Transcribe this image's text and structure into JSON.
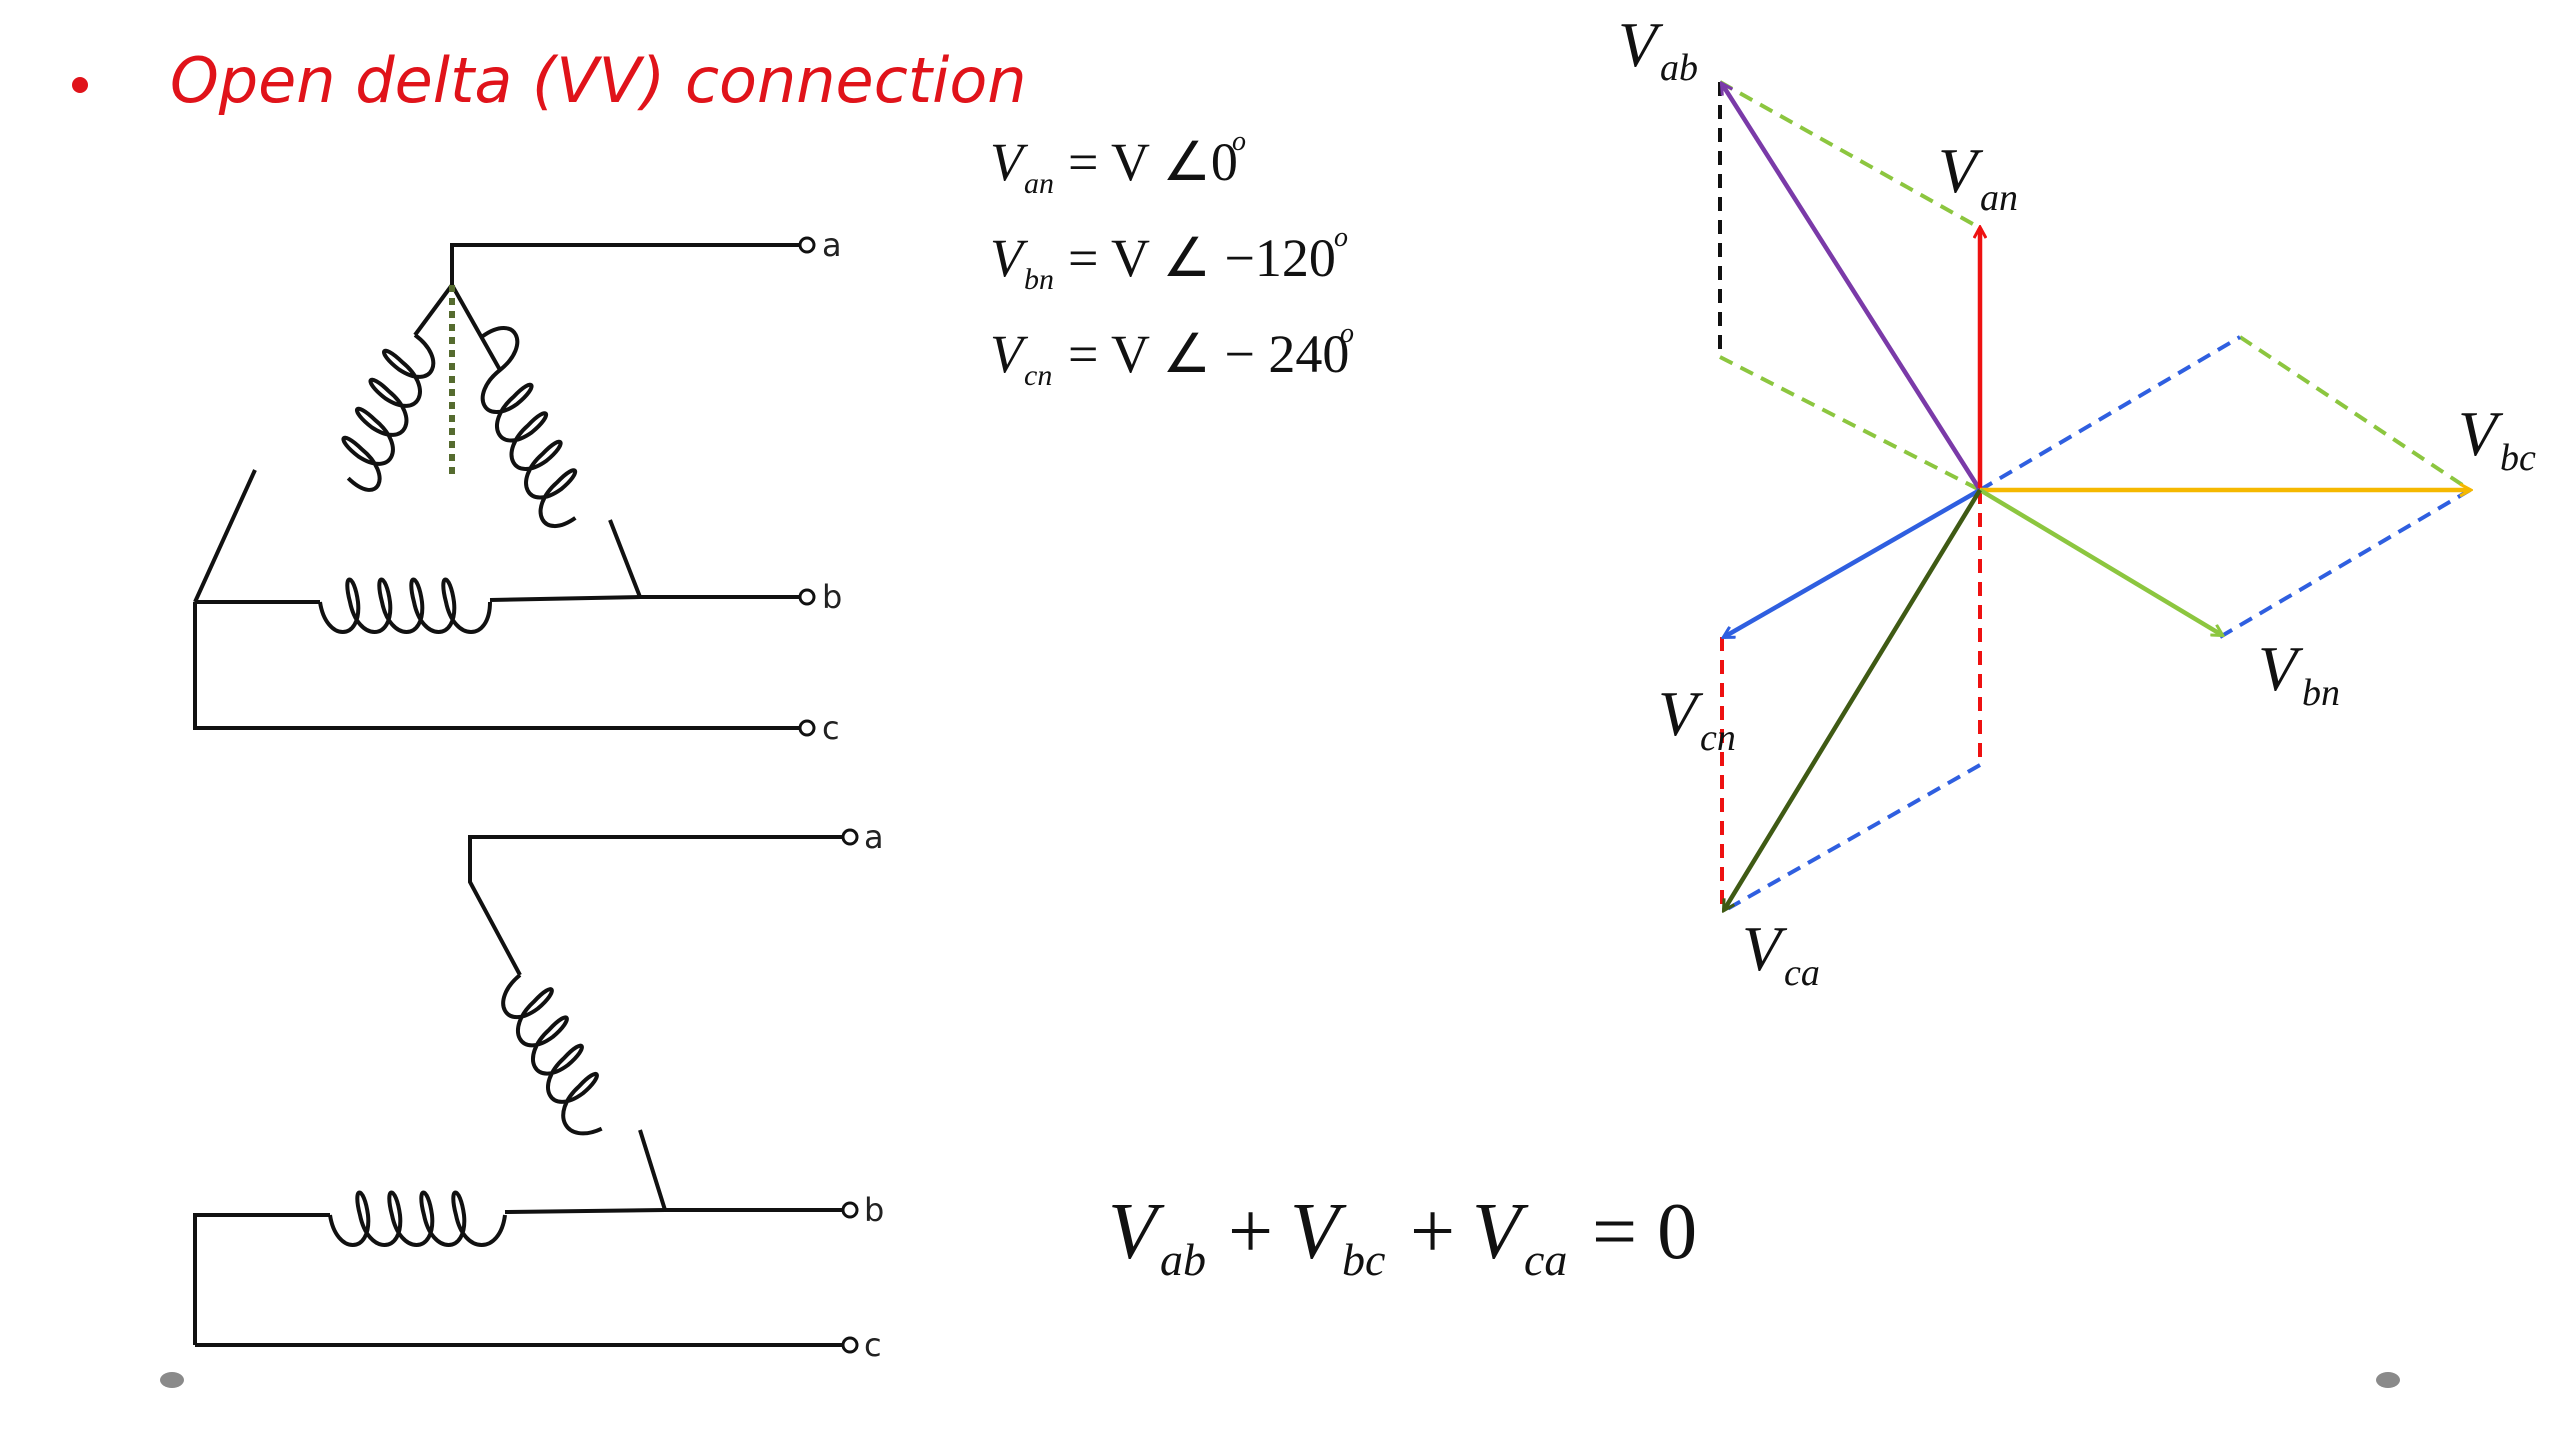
{
  "slide": {
    "bullet": "•",
    "title": "Open delta (VV) connection"
  },
  "equations": [
    {
      "lhs_main": "V",
      "lhs_sub": "an",
      "rhs": "= V ∠0",
      "sup": "o"
    },
    {
      "lhs_main": "V",
      "lhs_sub": "bn",
      "rhs": "= V ∠ −120",
      "sup": "o"
    },
    {
      "lhs_main": "V",
      "lhs_sub": "cn",
      "rhs": "= V ∠ − 240",
      "sup": "o"
    }
  ],
  "sum_equation": {
    "t1": "V",
    "t1_sub": "ab",
    "plus1": "+",
    "t2": "V",
    "t2_sub": "bc",
    "plus2": "+",
    "t3": "V",
    "t3_sub": "ca",
    "eq": "= 0"
  },
  "circuit_top": {
    "terminals": [
      "a",
      "b",
      "c"
    ]
  },
  "circuit_bottom": {
    "terminals": [
      "a",
      "b",
      "c"
    ]
  },
  "phasor_labels": {
    "vab": {
      "main": "V",
      "sub": "ab"
    },
    "van": {
      "main": "V",
      "sub": "an"
    },
    "vbc": {
      "main": "V",
      "sub": "bc"
    },
    "vbn": {
      "main": "V",
      "sub": "bn"
    },
    "vcn": {
      "main": "V",
      "sub": "cn"
    },
    "vca": {
      "main": "V",
      "sub": "ca"
    }
  },
  "colors": {
    "title": "#e0131a",
    "van": "#ee1111",
    "vab": "#7a3aa8",
    "vbc": "#f5b800",
    "vbn": "#8cc63f",
    "vcn": "#2f5fe0",
    "vca": "#3f5a14",
    "dash_green": "#8cc63f",
    "dash_blue": "#2f5fe0",
    "dash_red": "#ee1111",
    "dash_black": "#111111",
    "neutral_dotted": "#556b2f"
  }
}
